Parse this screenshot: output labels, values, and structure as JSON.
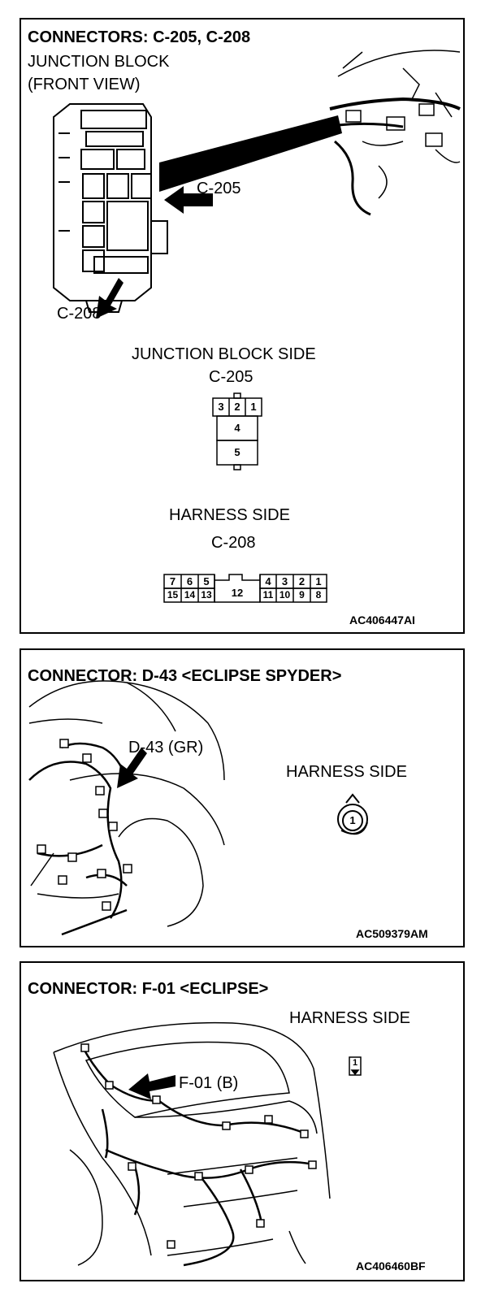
{
  "panel1": {
    "title": "CONNECTORS: C-205, C-208",
    "subtitle_1": "JUNCTION BLOCK",
    "subtitle_2": "(FRONT VIEW)",
    "callout_c205": "C-205",
    "callout_c208": "C-208",
    "junction_side_label": "JUNCTION BLOCK SIDE",
    "junction_side_connector": "C-205",
    "c205_pins": [
      "3",
      "2",
      "1",
      "4",
      "5"
    ],
    "harness_side_label": "HARNESS SIDE",
    "harness_side_connector": "C-208",
    "c208_top_pins": [
      "7",
      "6",
      "5",
      "4",
      "3",
      "2",
      "1"
    ],
    "c208_center_pin": "12",
    "c208_bottom_pins": [
      "15",
      "14",
      "13",
      "11",
      "10",
      "9",
      "8"
    ],
    "figure_code": "AC406447AI"
  },
  "panel2": {
    "title": "CONNECTOR: D-43 <ECLIPSE SPYDER>",
    "callout": "D-43 (GR)",
    "harness_side_label": "HARNESS SIDE",
    "pin": "1",
    "figure_code": "AC509379AM"
  },
  "panel3": {
    "title": "CONNECTOR: F-01 <ECLIPSE>",
    "callout": "F-01 (B)",
    "harness_side_label": "HARNESS SIDE",
    "pin": "1",
    "figure_code": "AC406460BF"
  }
}
